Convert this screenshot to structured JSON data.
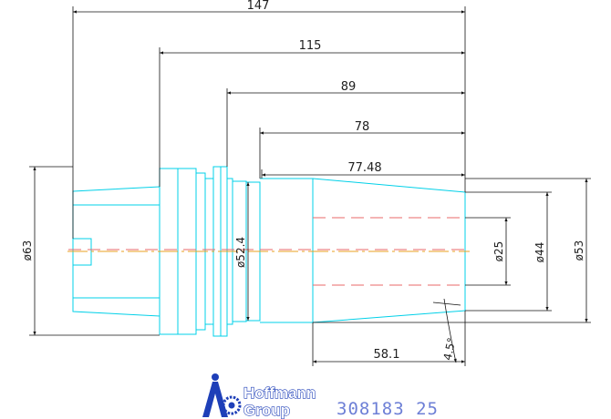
{
  "drawing": {
    "dimensions": {
      "len_147": "147",
      "len_115": "115",
      "len_89": "89",
      "len_78": "78",
      "len_77_48": "77.48",
      "len_58_1": "58.1",
      "angle": "4.5°",
      "dia_63": "ø63",
      "dia_52_4": "ø52.4",
      "dia_25": "ø25",
      "dia_44": "ø44",
      "dia_53": "ø53"
    },
    "colors": {
      "outline": "#00d0e8",
      "dimension": "#111111",
      "hidden": "#e86a6a",
      "centerline": "#e8a020",
      "brand": "#1e3fb8"
    }
  },
  "brand": {
    "line1": "Hoffmann",
    "line2": "Group",
    "part_number": "308183 25"
  }
}
